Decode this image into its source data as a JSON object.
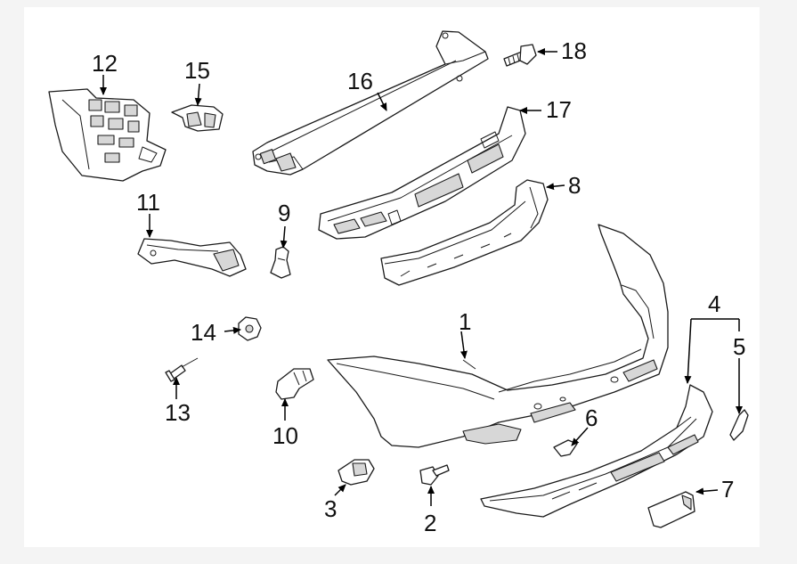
{
  "diagram": {
    "callouts": [
      {
        "id": "c1",
        "number": "1"
      },
      {
        "id": "c2",
        "number": "2"
      },
      {
        "id": "c3",
        "number": "3"
      },
      {
        "id": "c4",
        "number": "4"
      },
      {
        "id": "c5",
        "number": "5"
      },
      {
        "id": "c6",
        "number": "6"
      },
      {
        "id": "c7",
        "number": "7"
      },
      {
        "id": "c8",
        "number": "8"
      },
      {
        "id": "c9",
        "number": "9"
      },
      {
        "id": "c10",
        "number": "10"
      },
      {
        "id": "c11",
        "number": "11"
      },
      {
        "id": "c12",
        "number": "12"
      },
      {
        "id": "c13",
        "number": "13"
      },
      {
        "id": "c14",
        "number": "14"
      },
      {
        "id": "c15",
        "number": "15"
      },
      {
        "id": "c16",
        "number": "16"
      },
      {
        "id": "c17",
        "number": "17"
      },
      {
        "id": "c18",
        "number": "18"
      }
    ],
    "colors": {
      "line": "#1a1a1a",
      "fill": "#ffffff",
      "shade": "#d7d7d7",
      "background": "#f4f4f4"
    }
  }
}
